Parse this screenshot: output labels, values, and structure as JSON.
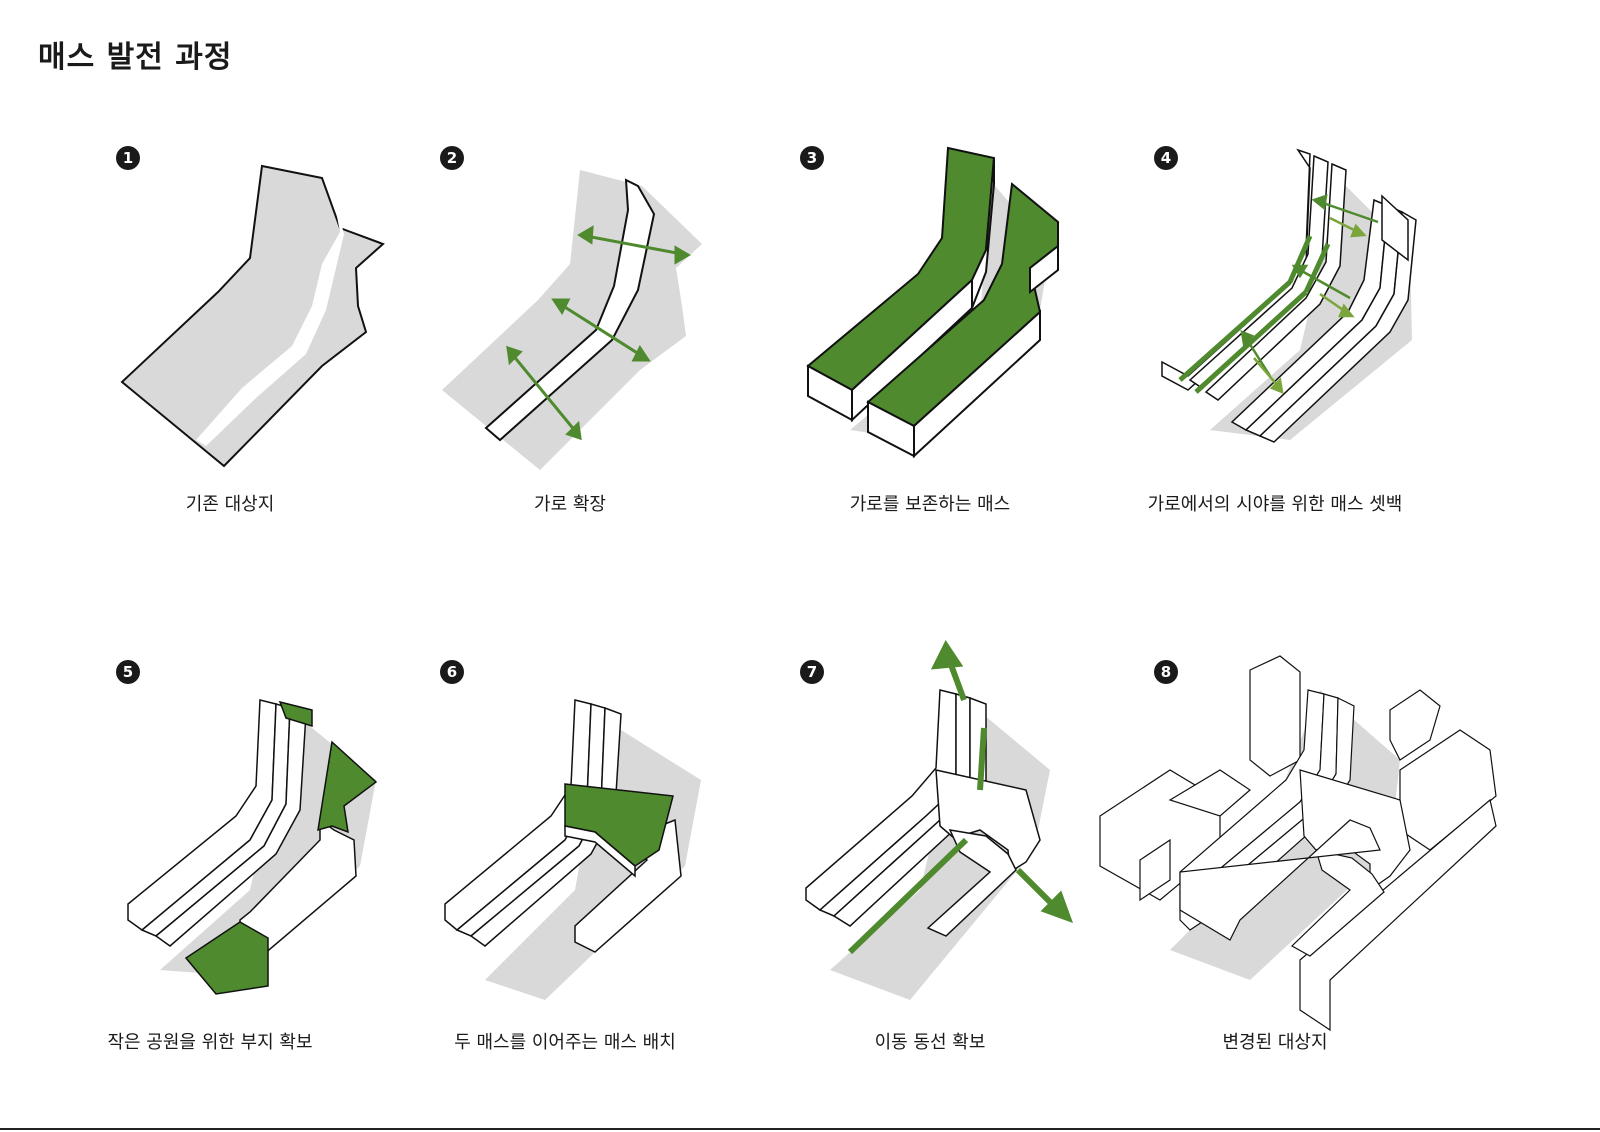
{
  "title": "매스 발전 과정",
  "colors": {
    "accent_green": "#4f8a2e",
    "light_green": "#7aa53a",
    "shade_gray": "#d9d9d9",
    "line": "#111111"
  },
  "panels": [
    {
      "number": "1",
      "caption": "기존 대상지"
    },
    {
      "number": "2",
      "caption": "가로 확장"
    },
    {
      "number": "3",
      "caption": "가로를 보존하는 매스"
    },
    {
      "number": "4",
      "caption": "가로에서의 시야를 위한 매스 셋백"
    },
    {
      "number": "5",
      "caption": "작은 공원을 위한 부지 확보"
    },
    {
      "number": "6",
      "caption": "두 매스를 이어주는 매스 배치"
    },
    {
      "number": "7",
      "caption": "이동 동선 확보"
    },
    {
      "number": "8",
      "caption": "변경된 대상지"
    }
  ]
}
